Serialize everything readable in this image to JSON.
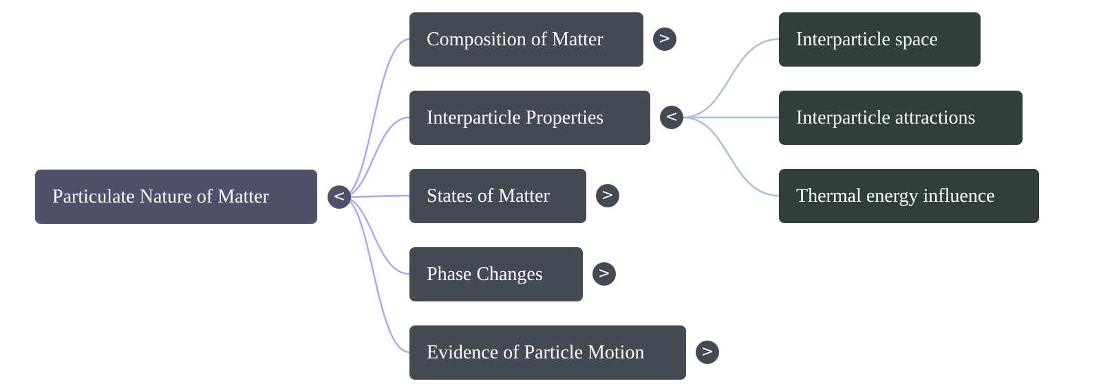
{
  "mindmap": {
    "root": {
      "label": "Particulate Nature of Matter",
      "toggle": "<",
      "color": "#4e5168"
    },
    "branches": [
      {
        "label": "Composition of Matter",
        "toggle": ">",
        "expanded": false
      },
      {
        "label": "Interparticle Properties",
        "toggle": "<",
        "expanded": true,
        "children": [
          {
            "label": "Interparticle space"
          },
          {
            "label": "Interparticle attractions"
          },
          {
            "label": "Thermal energy influence"
          }
        ]
      },
      {
        "label": "States of Matter",
        "toggle": ">",
        "expanded": false
      },
      {
        "label": "Phase Changes",
        "toggle": ">",
        "expanded": false
      },
      {
        "label": "Evidence of Particle Motion",
        "toggle": ">",
        "expanded": false
      }
    ],
    "colors": {
      "branch_fill": "#444a54",
      "leaf_fill": "#303f3b",
      "root_link": "#a6abef",
      "leaf_link": "#a7bfd8",
      "text": "#ffffff"
    }
  }
}
